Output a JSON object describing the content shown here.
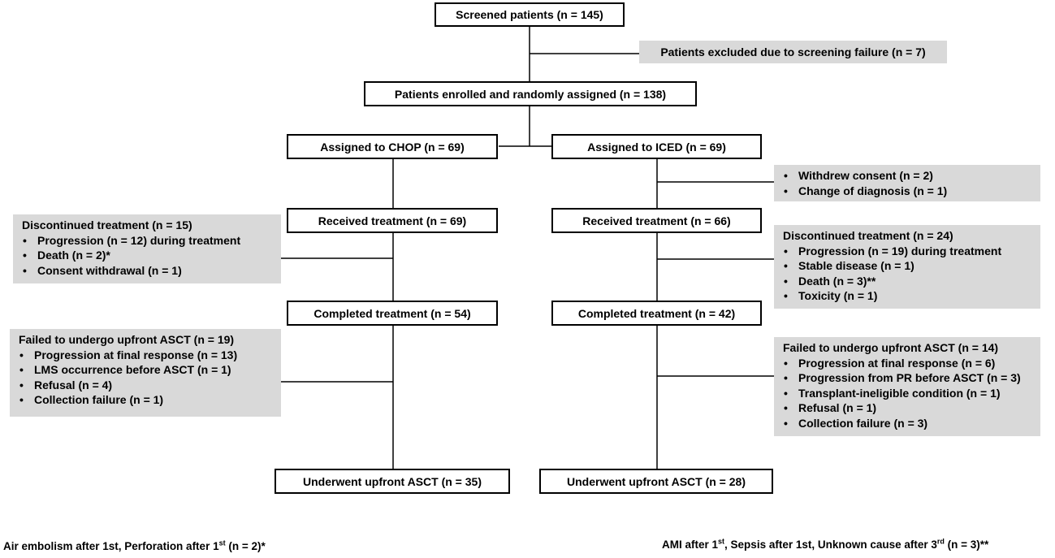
{
  "screened": "Screened patients (n = 145)",
  "excluded": "Patients excluded due to screening failure  (n = 7)",
  "enrolled": "Patients enrolled and randomly assigned (n = 138)",
  "chop": {
    "assigned": "Assigned to CHOP (n = 69)",
    "received": "Received treatment (n = 69)",
    "completed": "Completed treatment (n = 54)",
    "underwent": "Underwent upfront ASCT (n = 35)",
    "discontinued": {
      "title": "Discontinued treatment (n = 15)",
      "items": [
        "Progression (n = 12) during treatment",
        "Death (n = 2)*",
        "Consent withdrawal (n = 1)"
      ]
    },
    "failed": {
      "title": "Failed to undergo upfront ASCT (n = 19)",
      "items": [
        "Progression at final response (n = 13)",
        "LMS occurrence before ASCT (n = 1)",
        "Refusal (n = 4)",
        "Collection failure (n = 1)"
      ]
    }
  },
  "iced": {
    "assigned": "Assigned to ICED (n = 69)",
    "received": "Received treatment (n = 66)",
    "completed": "Completed treatment (n = 42)",
    "underwent": "Underwent upfront ASCT (n = 28)",
    "withdrawn": {
      "items": [
        "Withdrew consent (n = 2)",
        "Change of diagnosis (n = 1)"
      ]
    },
    "discontinued": {
      "title": "Discontinued treatment (n = 24)",
      "items": [
        "Progression (n = 19) during treatment",
        "Stable disease (n = 1)",
        "Death (n = 3)**",
        "Toxicity (n = 1)"
      ]
    },
    "failed": {
      "title": "Failed to undergo upfront ASCT (n = 14)",
      "items": [
        "Progression at final response (n = 6)",
        "Progression from PR before ASCT (n = 3)",
        "Transplant-ineligible condition (n = 1)",
        "Refusal (n = 1)",
        "Collection failure (n = 3)"
      ]
    }
  },
  "footnotes": {
    "left": {
      "a": "Air embolism  after 1st, Perforation after 1",
      "sup1": "st",
      "b": " (n = 2)*"
    },
    "right": {
      "a": "AMI after 1",
      "sup1": "st",
      "b": ", Sepsis after 1st, Unknown cause after 3",
      "sup2": "rd",
      "c": " (n = 3)**"
    }
  }
}
